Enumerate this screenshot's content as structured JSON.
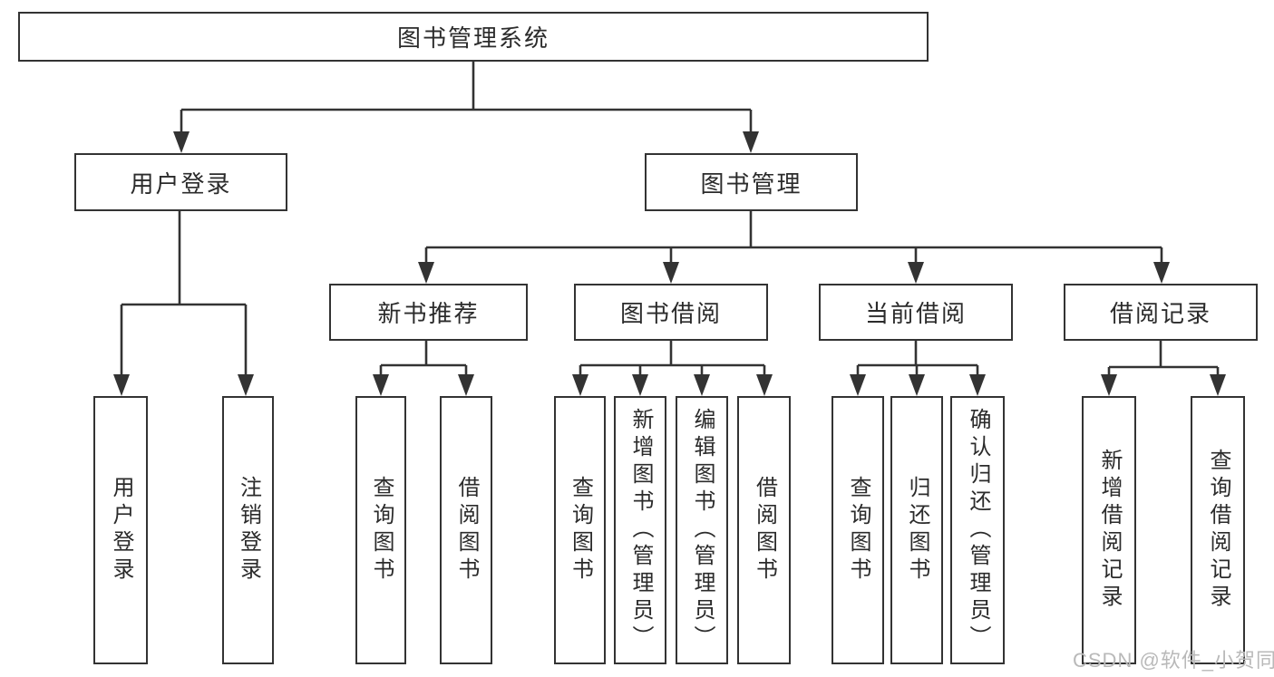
{
  "nodes": {
    "root": "图书管理系统",
    "user_login": "用户登录",
    "book_mgmt": "图书管理",
    "new_book_rec": "新书推荐",
    "book_borrow": "图书借阅",
    "current_borrow": "当前借阅",
    "borrow_records": "借阅记录",
    "leaf_user_login": "用户登录",
    "leaf_logout": "注销登录",
    "leaf_query_book_1": "查询图书",
    "leaf_borrow_book_1": "借阅图书",
    "leaf_query_book_2": "查询图书",
    "leaf_add_book_admin": "新增图书（管理员）",
    "leaf_edit_book_admin": "编辑图书（管理员）",
    "leaf_borrow_book_2": "借阅图书",
    "leaf_query_book_3": "查询图书",
    "leaf_return_book": "归还图书",
    "leaf_confirm_return_admin": "确认归还（管理员）",
    "leaf_add_borrow_record": "新增借阅记录",
    "leaf_query_borrow_record": "查询借阅记录"
  },
  "watermark": "CSDN @软件_小贺同学",
  "colors": {
    "line": "#333333",
    "text": "#2b2b2b",
    "background": "#ffffff",
    "watermark": "#b9b9b9"
  }
}
